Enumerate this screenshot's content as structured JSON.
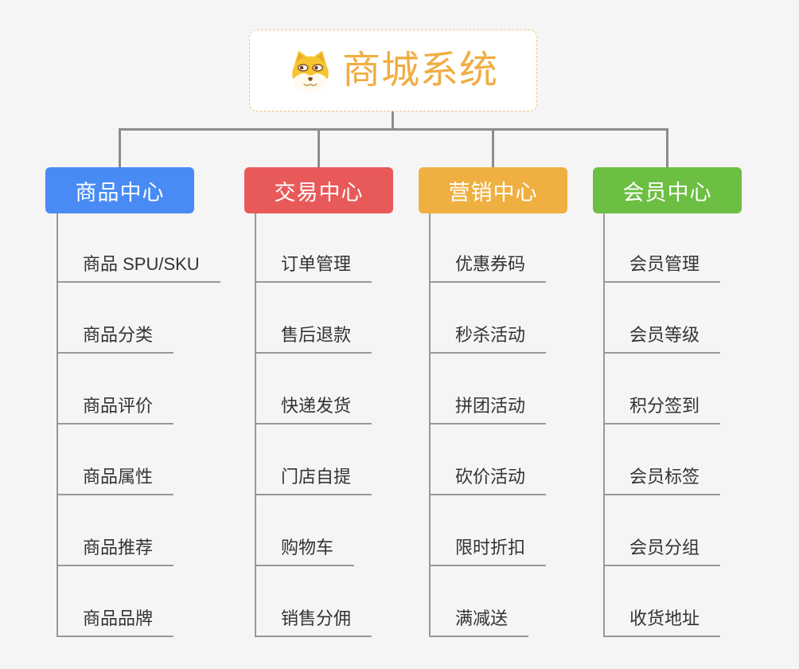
{
  "page": {
    "background": "#F5F5F5"
  },
  "root": {
    "title": "商城系统",
    "icon": "shiba-dog-icon",
    "border_color": "#F0C583",
    "title_color": "#F0AD42"
  },
  "connector_color": "#8D8D8D",
  "branches": [
    {
      "label": "商品中心",
      "color": "#488BF4",
      "children": [
        "商品 SPU/SKU",
        "商品分类",
        "商品评价",
        "商品属性",
        "商品推荐",
        "商品品牌"
      ]
    },
    {
      "label": "交易中心",
      "color": "#E85A5A",
      "children": [
        "订单管理",
        "售后退款",
        "快递发货",
        "门店自提",
        "购物车",
        "销售分佣"
      ]
    },
    {
      "label": "营销中心",
      "color": "#EFB041",
      "children": [
        "优惠券码",
        "秒杀活动",
        "拼团活动",
        "砍价活动",
        "限时折扣",
        "满减送"
      ]
    },
    {
      "label": "会员中心",
      "color": "#6DBF43",
      "children": [
        "会员管理",
        "会员等级",
        "积分签到",
        "会员标签",
        "会员分组",
        "收货地址"
      ]
    }
  ]
}
